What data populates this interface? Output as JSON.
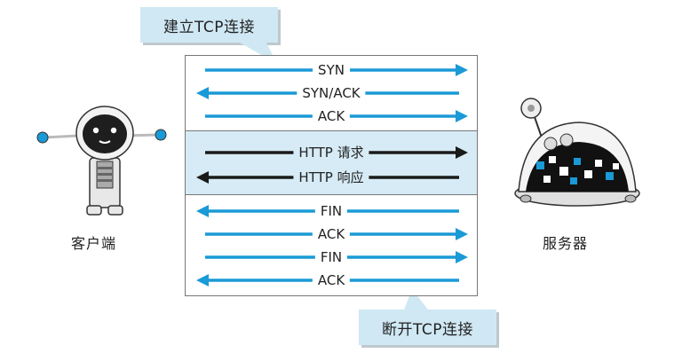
{
  "callouts": {
    "connect": "建立TCP连接",
    "disconnect": "断开TCP连接"
  },
  "actors": {
    "client": "客户端",
    "server": "服务器"
  },
  "colors": {
    "tcp_arrow": "#1a9ad6",
    "http_arrow": "#1a1a1a",
    "section_highlight": "#d6ebf5",
    "callout_bg": "#cfe8f4"
  },
  "messages": {
    "connect": [
      {
        "label": "SYN",
        "direction": "right"
      },
      {
        "label": "SYN/ACK",
        "direction": "left"
      },
      {
        "label": "ACK",
        "direction": "right"
      }
    ],
    "http": [
      {
        "label": "HTTP 请求",
        "direction": "right"
      },
      {
        "label": "HTTP 响应",
        "direction": "left"
      }
    ],
    "close": [
      {
        "label": "FIN",
        "direction": "left"
      },
      {
        "label": "ACK",
        "direction": "right"
      },
      {
        "label": "FIN",
        "direction": "right"
      },
      {
        "label": "ACK",
        "direction": "left"
      }
    ]
  }
}
